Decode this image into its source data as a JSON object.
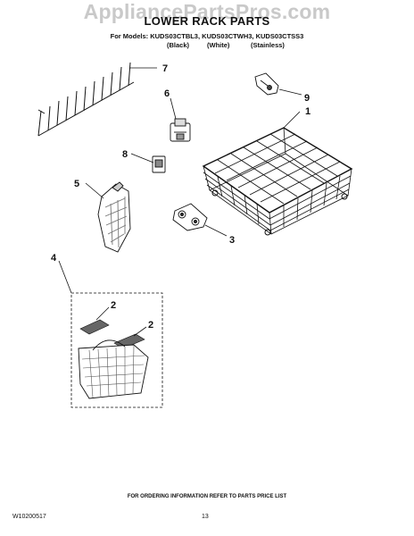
{
  "watermark": "AppliancePartsPros.com",
  "title": "LOWER RACK PARTS",
  "models_line": "For Models: KUDS03CTBL3, KUDS03CTWH3, KUDS03CTSS3",
  "colors": [
    "(Black)",
    "(White)",
    "(Stainless)"
  ],
  "callouts": [
    "1",
    "2",
    "2",
    "3",
    "4",
    "5",
    "6",
    "7",
    "8",
    "9"
  ],
  "footer_note": "FOR ORDERING INFORMATION REFER TO PARTS PRICE LIST",
  "doc_number": "W10200517",
  "page_number": "13"
}
